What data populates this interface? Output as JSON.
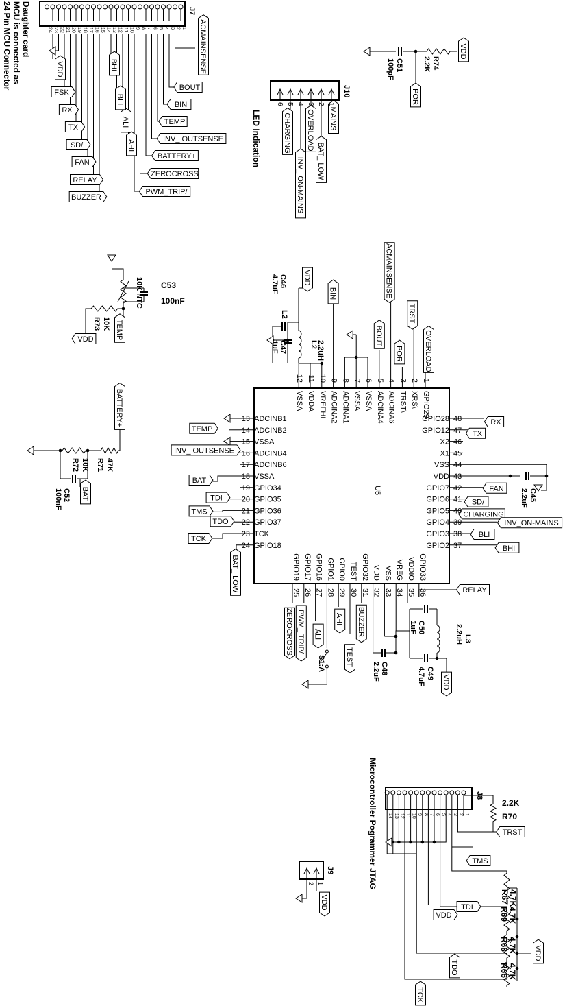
{
  "notes": {
    "mcu_connector": [
      "24 Pin MCU Connector",
      "MCU is connected as",
      "Daughter card"
    ],
    "led_indication": "LED Indication",
    "jtag": "Microcontroller Pogrammer JTAG"
  },
  "j7": {
    "ref": "J7",
    "pins": [
      "1",
      "2",
      "3",
      "4",
      "5",
      "6",
      "7",
      "8",
      "9",
      "10",
      "11",
      "12",
      "13",
      "14",
      "15",
      "16",
      "17",
      "18",
      "19",
      "20",
      "21",
      "22",
      "23",
      "24"
    ],
    "nets": [
      {
        "pin": "2",
        "net": "ACMAINSENSE"
      },
      {
        "pin": "3",
        "net": "BOUT"
      },
      {
        "pin": "4",
        "net": "BIN"
      },
      {
        "pin": "5",
        "net": "TEMP"
      },
      {
        "pin": "6",
        "net": "INV_ OUTSENSE"
      },
      {
        "pin": "7",
        "net": "BATTERY+"
      },
      {
        "pin": "8",
        "net": "ZEROCROSS"
      },
      {
        "pin": "9",
        "net": "PWM_TRIP/"
      },
      {
        "pin": "10",
        "net": "AHI"
      },
      {
        "pin": "11",
        "net": "ALI"
      },
      {
        "pin": "12",
        "net": "BLI"
      },
      {
        "pin": "13",
        "net": "BHI"
      },
      {
        "pin": "15",
        "net": "BUZZER"
      },
      {
        "pin": "16",
        "net": "RELAY"
      },
      {
        "pin": "17",
        "net": "FAN"
      },
      {
        "pin": "18",
        "net": "SD/"
      },
      {
        "pin": "19",
        "net": "TX"
      },
      {
        "pin": "20",
        "net": "RX"
      },
      {
        "pin": "21",
        "net": "FSK"
      },
      {
        "pin": "22",
        "net": "VDD"
      }
    ]
  },
  "j10": {
    "ref": "J10",
    "pins": [
      {
        "num": "1",
        "net": "MAINS"
      },
      {
        "num": "2",
        "net": "BAT_ LOW"
      },
      {
        "num": "3",
        "net": "OVERLOAD"
      },
      {
        "num": "4",
        "net": "INV_ ON-MAINS"
      },
      {
        "num": "5",
        "net": "CHARGING"
      },
      {
        "num": "6",
        "net": ""
      }
    ]
  },
  "por": {
    "c_ref": "C51",
    "c_val": "100pF",
    "r_ref": "R74",
    "r_val": "2.2K",
    "vdd": "VDD",
    "net": "POR"
  },
  "ntc": {
    "ref": "10K NTC",
    "c_ref": "C53",
    "c_val": "100nF",
    "r_ref": "R73",
    "r_val": "10K",
    "vdd": "VDD",
    "net": "TEMP"
  },
  "battery": {
    "r1_ref": "R71",
    "r1_val": "47K",
    "r2_ref": "R72",
    "r2_val": "10K",
    "c_ref": "C52",
    "c_val": "100nF",
    "net_in": "BATTERY+",
    "net_out": "BAT"
  },
  "u5": {
    "ref": "U5",
    "top_pins": [
      {
        "num": "1",
        "name": "GPIO29",
        "net": "OVERLOAD"
      },
      {
        "num": "2",
        "name": "XRS\\",
        "net": "TRST"
      },
      {
        "num": "3",
        "name": "TRST\\",
        "net": "POR"
      },
      {
        "num": "4",
        "name": "ADCINA6",
        "net": "ACMAINSENSE"
      },
      {
        "num": "5",
        "name": "ADCINA4",
        "net": "BOUT"
      },
      {
        "num": "6",
        "name": "VSSA",
        "net": ""
      },
      {
        "num": "7",
        "name": "VSSA",
        "net": ""
      },
      {
        "num": "8",
        "name": "ADCINA1",
        "net": ""
      },
      {
        "num": "9",
        "name": "ADCINA2",
        "net": "BIN"
      },
      {
        "num": "10",
        "name": "VREFHI",
        "net": ""
      },
      {
        "num": "11",
        "name": "VDDA",
        "net": ""
      },
      {
        "num": "12",
        "name": "VSSA",
        "net": ""
      }
    ],
    "left_pins": [
      {
        "num": "13",
        "name": "ADCINB1",
        "net": ""
      },
      {
        "num": "14",
        "name": "ADCINB2",
        "net": "TEMP"
      },
      {
        "num": "15",
        "name": "VSSA",
        "net": ""
      },
      {
        "num": "16",
        "name": "ADCINB4",
        "net": "INV_ OUTSENSE"
      },
      {
        "num": "17",
        "name": "ADCINB6",
        "net": ""
      },
      {
        "num": "18",
        "name": "VSSA",
        "net": "BAT"
      },
      {
        "num": "19",
        "name": "GPIO34",
        "net": ""
      },
      {
        "num": "20",
        "name": "GPIO35",
        "net": "TDI"
      },
      {
        "num": "21",
        "name": "GPIO36",
        "net": "TMS"
      },
      {
        "num": "22",
        "name": "GPIO37",
        "net": "TDO"
      },
      {
        "num": "23",
        "name": "TCK",
        "net": "TCK"
      },
      {
        "num": "24",
        "name": "GPIO18",
        "net": "BAT_ LOW"
      }
    ],
    "bottom_pins": [
      {
        "num": "25",
        "name": "GPIO19",
        "net": "ZEROCROSS"
      },
      {
        "num": "26",
        "name": "GPIO17",
        "net": "PWM_ TRIP/"
      },
      {
        "num": "27",
        "name": "GPIO16",
        "net": "ALI"
      },
      {
        "num": "28",
        "name": "GPIO1",
        "net": "S1:A"
      },
      {
        "num": "29",
        "name": "GPIO0",
        "net": "AHI"
      },
      {
        "num": "30",
        "name": "TEST",
        "net": "TEST"
      },
      {
        "num": "31",
        "name": "GPIO32",
        "net": "BUZZER"
      },
      {
        "num": "32",
        "name": "VDD",
        "net": ""
      },
      {
        "num": "33",
        "name": "VSS",
        "net": ""
      },
      {
        "num": "34",
        "name": "VREG",
        "net": ""
      },
      {
        "num": "35",
        "name": "VDDIO",
        "net": ""
      },
      {
        "num": "36",
        "name": "GPIO33",
        "net": "RELAY"
      }
    ],
    "right_pins": [
      {
        "num": "48",
        "name": "GPIO28",
        "net": "RX"
      },
      {
        "num": "47",
        "name": "GPIO12",
        "net": "TX"
      },
      {
        "num": "46",
        "name": "X2",
        "net": ""
      },
      {
        "num": "45",
        "name": "X1",
        "net": ""
      },
      {
        "num": "44",
        "name": "VSS",
        "net": ""
      },
      {
        "num": "43",
        "name": "VDD",
        "net": ""
      },
      {
        "num": "42",
        "name": "GPIO7",
        "net": "FAN"
      },
      {
        "num": "41",
        "name": "GPIO6",
        "net": "SD/"
      },
      {
        "num": "40",
        "name": "GPIO5",
        "net": "CHARGING"
      },
      {
        "num": "39",
        "name": "GPIO4",
        "net": "INV_ON-MAINS"
      },
      {
        "num": "38",
        "name": "GPIO3",
        "net": "BLI"
      },
      {
        "num": "37",
        "name": "GPIO2",
        "net": "BHI"
      }
    ]
  },
  "vref": {
    "l_ref": "L2",
    "l_val": "2.2uH",
    "c1_ref": "C46",
    "c1_val": "4.7uF",
    "c2_ref": "C47",
    "c2_val": "1uF",
    "vdd": "VDD"
  },
  "c45": {
    "ref": "C45",
    "val": "2.2uF"
  },
  "vreg": {
    "l_ref": "L3",
    "l_val": "2.2uH",
    "c1_ref": "C50",
    "c1_val": "1uF",
    "c2_ref": "C49",
    "c2_val": "4.7uF",
    "c3_ref": "C48",
    "c3_val": "2.2uF",
    "vdd": "VDD"
  },
  "switch": {
    "ref": "S1:A"
  },
  "j8": {
    "ref": "J8",
    "pins": [
      "1",
      "2",
      "3",
      "4",
      "5",
      "6",
      "7",
      "8",
      "9",
      "10",
      "11",
      "12",
      "13",
      "14"
    ],
    "r70_ref": "R70",
    "r70_val": "2.2K",
    "trst": "TRST",
    "tms": "TMS",
    "tdi": "TDI",
    "tdo": "TDO",
    "tck": "TCK",
    "vdd": "VDD"
  },
  "pullups": [
    {
      "ref": "R67",
      "val": "4.7K"
    },
    {
      "ref": "R69",
      "val": "4.7K"
    },
    {
      "ref": "R68",
      "val": "4.7K"
    },
    {
      "ref": "R66",
      "val": "4.7K"
    }
  ],
  "pullup_vdd": "VDD",
  "j9": {
    "ref": "J9",
    "p1": "1",
    "p2": "2",
    "vdd": "VDD"
  }
}
